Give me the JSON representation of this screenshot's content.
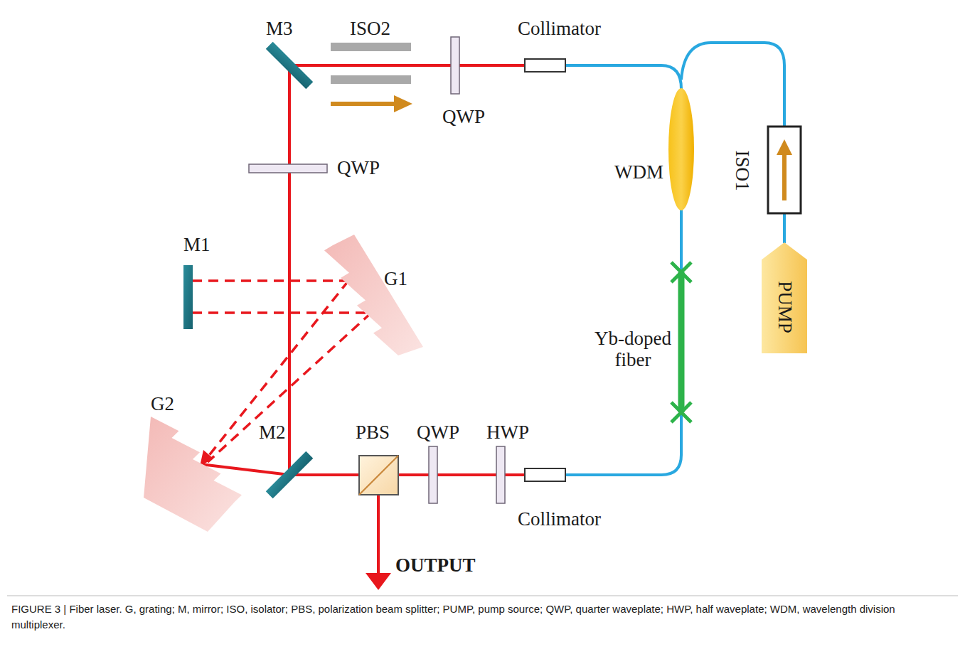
{
  "diagram": {
    "caption": "FIGURE 3 | Fiber laser. G, grating; M, mirror; ISO, isolator; PBS, polarization beam splitter; PUMP, pump source; QWP, quarter waveplate; HWP, half waveplate; WDM, wavelength division multiplexer.",
    "nodes": [
      {
        "text": [
          "PUMP"
        ]
      }
    ],
    "labels": [
      "M3",
      "ISO2",
      "Collimator",
      "QWP",
      "WDM",
      "ISO1",
      "QWP",
      "M1",
      "G1",
      "Yb-doped fiber",
      "G2",
      "M2",
      "PBS",
      "QWP",
      "HWP",
      "Collimator",
      "OUTPUT"
    ]
  }
}
